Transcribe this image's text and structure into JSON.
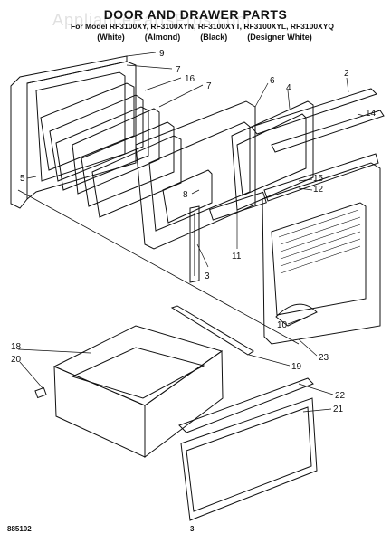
{
  "watermark": "AppliancePartsPros.com",
  "title": "DOOR AND DRAWER PARTS",
  "subtitle": "For Model RF3100XY, RF3100XYN, RF3100XYT, RF3100XYL, RF3100XYQ",
  "color_variants": [
    "(White)",
    "(Almond)",
    "(Black)",
    "(Designer White)"
  ],
  "callouts": [
    "9",
    "7",
    "16",
    "7",
    "6",
    "4",
    "2",
    "14",
    "15",
    "12",
    "5",
    "8",
    "11",
    "3",
    "10",
    "23",
    "18",
    "20",
    "19",
    "22",
    "21"
  ],
  "footer": {
    "code": "885102",
    "page": "3"
  }
}
